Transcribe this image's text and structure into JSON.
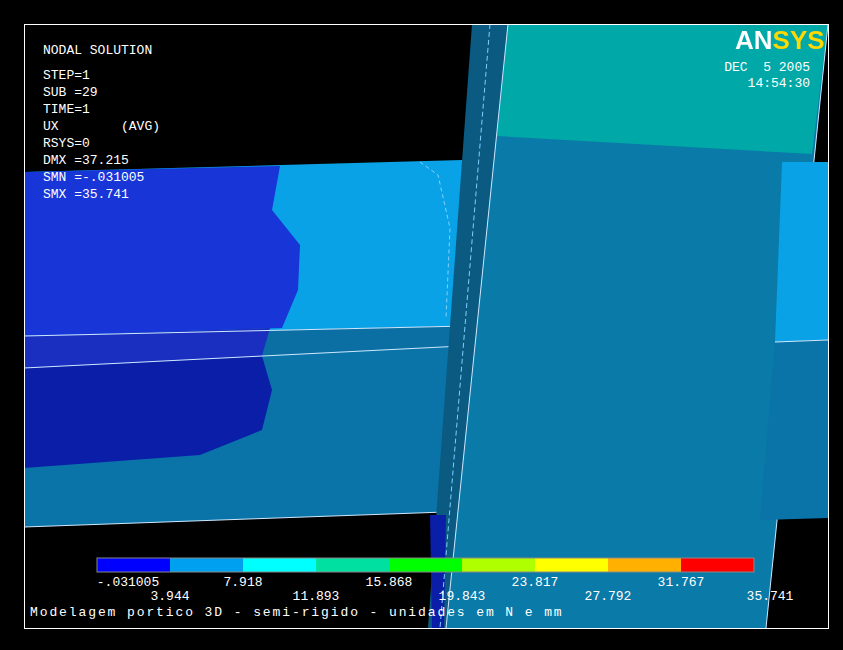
{
  "diagram": {
    "caption": "Modelagem portico 3D - semi-rigido - unidades em N e mm",
    "labels": [
      "ANSYS",
      "NODAL SOLUTION",
      "STEP=1",
      "SUB =29",
      "TIME=1",
      "UX        (AVG)",
      "RSYS=0",
      "DMX =37.215",
      "SMN =-.031005",
      "SMX =35.741",
      "DEC  5 2005",
      "14:54:30",
      "-.031005",
      "3.944",
      "7.918",
      "11.893",
      "15.868",
      "19.843",
      "23.817",
      "27.792",
      "31.767",
      "35.741"
    ]
  }
}
